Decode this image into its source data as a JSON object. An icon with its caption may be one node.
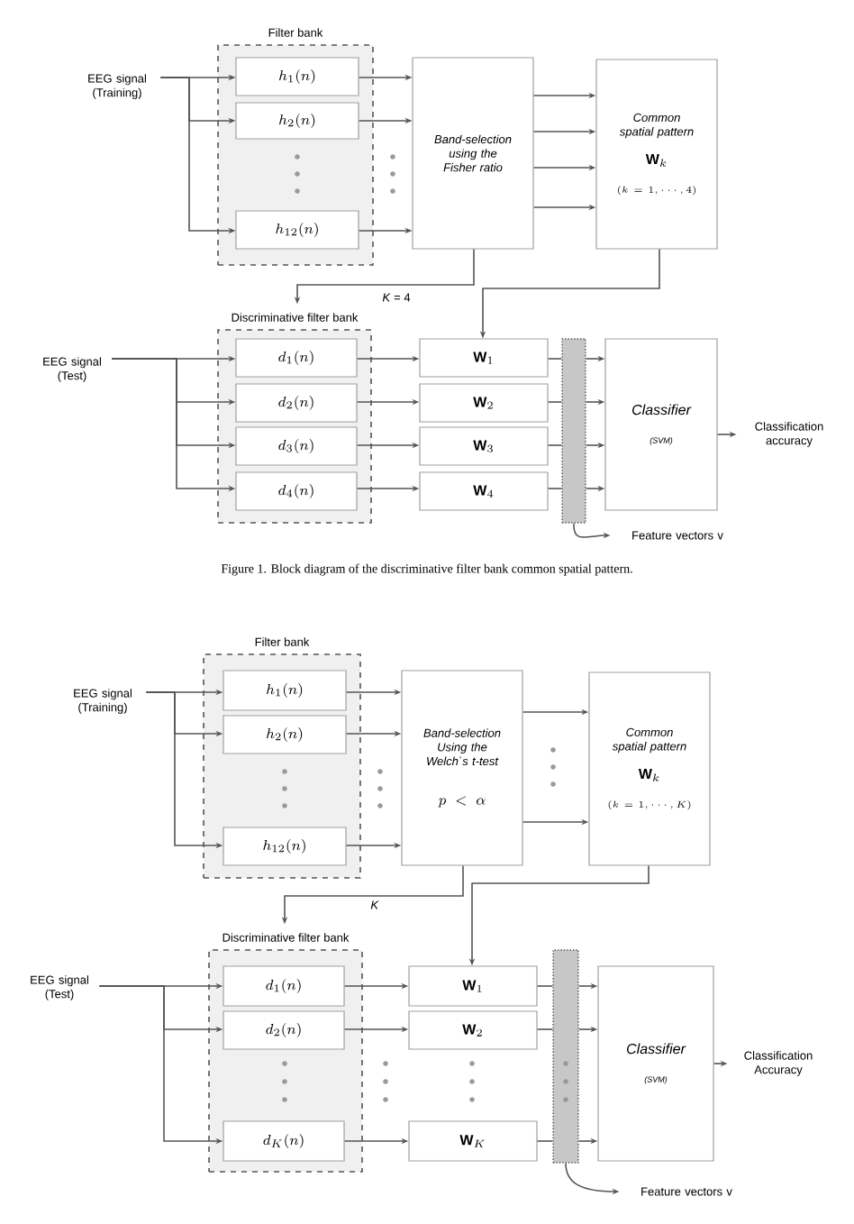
{
  "diagram": {
    "nodes": [
      {
        "text": [
          "Filter bank"
        ]
      },
      {
        "text": [
          "h_{1}(n)"
        ],
        "in": 0
      },
      {
        "text": [
          "h_{2}(n)"
        ],
        "in": 0
      },
      {
        "text": [
          "h_{12}(n)"
        ],
        "in": 0
      },
      {
        "text": [
          "EEG signal (Training)"
        ]
      },
      {
        "text": [
          "Band-selection using the Fisher ratio"
        ]
      },
      {
        "text": [
          "Common spatial pattern",
          "\\mathbf{W}_{k}",
          "(k=1,\\cdots,4)"
        ]
      },
      {
        "text": [
          "Discriminative filter bank"
        ]
      },
      {
        "text": [
          "d_{1}(n)"
        ],
        "in": 7
      },
      {
        "text": [
          "d_{2}(n)"
        ],
        "in": 7
      },
      {
        "text": [
          "d_{3}(n)"
        ],
        "in": 7
      },
      {
        "text": [
          "d_{4}(n)"
        ],
        "in": 7
      },
      {
        "text": [
          "EEG signal (Test)"
        ]
      },
      {
        "text": [
          "\\mathbf{W}_{1}"
        ]
      },
      {
        "text": [
          "\\mathbf{W}_{2}"
        ]
      },
      {
        "text": [
          "\\mathbf{W}_{3}"
        ]
      },
      {
        "text": [
          "\\mathbf{W}_{4}"
        ]
      },
      {
        "text": [],
        "shape": "bar"
      },
      {
        "text": [
          "Classifier",
          "(SVM)"
        ]
      },
      {
        "text": [
          "Classification accuracy"
        ]
      },
      {
        "text": [
          "Feature vectors v"
        ]
      },
      {
        "text": [
          "Filter bank"
        ]
      },
      {
        "text": [
          "h_{1}(n)"
        ],
        "in": 21
      },
      {
        "text": [
          "h_{2}(n)"
        ],
        "in": 21
      },
      {
        "text": [
          "h_{12}(n)"
        ],
        "in": 21
      },
      {
        "text": [
          "EEG signal (Training)"
        ]
      },
      {
        "text": [
          "Band-selection Using the Welch`s t-test",
          "p<\\alpha"
        ]
      },
      {
        "text": [
          "Common spatial pattern",
          "\\mathbf{W}_{k}",
          "(k=1,\\cdots,K)"
        ]
      },
      {
        "text": [
          "Discriminative filter bank"
        ]
      },
      {
        "text": [
          "d_{1}(n)"
        ],
        "in": 28
      },
      {
        "text": [
          "d_{2}(n)"
        ],
        "in": 28
      },
      {
        "text": [
          "d_{K}(n)"
        ],
        "in": 28
      },
      {
        "text": [
          "EEG signal (Test)"
        ]
      },
      {
        "text": [
          "\\mathbf{W}_{1}"
        ]
      },
      {
        "text": [
          "\\mathbf{W}_{2}"
        ]
      },
      {
        "text": [
          "\\mathbf{W}_{K}"
        ]
      },
      {
        "text": [],
        "shape": "bar"
      },
      {
        "text": [
          "Classifier",
          "(SVM)"
        ]
      },
      {
        "text": [
          "Classification Accuracy"
        ]
      },
      {
        "text": [
          "Feature vectors v"
        ]
      }
    ],
    "edges": [
      {
        "from": 4,
        "to": 1,
        "arrow": "to"
      },
      {
        "from": 4,
        "to": 2,
        "arrow": "to"
      },
      {
        "from": 4,
        "to": 3,
        "arrow": "to"
      },
      {
        "from": 1,
        "to": 5,
        "arrow": "to"
      },
      {
        "from": 2,
        "to": 5,
        "arrow": "to"
      },
      {
        "from": 3,
        "to": 5,
        "arrow": "to"
      },
      {
        "from": 5,
        "to": 6,
        "arrow": "to"
      },
      {
        "from": 5,
        "to": 6,
        "arrow": "to"
      },
      {
        "from": 5,
        "to": 6,
        "arrow": "to"
      },
      {
        "from": 5,
        "to": 6,
        "arrow": "to"
      },
      {
        "from": 5,
        "to": 7,
        "arrow": "to",
        "label": "*K* = 4"
      },
      {
        "from": 6,
        "to": 13,
        "arrow": "to"
      },
      {
        "from": 12,
        "to": 8,
        "arrow": "to"
      },
      {
        "from": 12,
        "to": 9,
        "arrow": "to"
      },
      {
        "from": 12,
        "to": 10,
        "arrow": "to"
      },
      {
        "from": 12,
        "to": 11,
        "arrow": "to"
      },
      {
        "from": 8,
        "to": 13,
        "arrow": "to"
      },
      {
        "from": 9,
        "to": 14,
        "arrow": "to"
      },
      {
        "from": 10,
        "to": 15,
        "arrow": "to"
      },
      {
        "from": 11,
        "to": 16,
        "arrow": "to"
      },
      {
        "from": 13,
        "to": 17,
        "arrow": "none"
      },
      {
        "from": 17,
        "to": 18,
        "arrow": "to"
      },
      {
        "from": 14,
        "to": 17,
        "arrow": "none"
      },
      {
        "from": 17,
        "to": 18,
        "arrow": "to"
      },
      {
        "from": 15,
        "to": 17,
        "arrow": "none"
      },
      {
        "from": 17,
        "to": 18,
        "arrow": "to"
      },
      {
        "from": 16,
        "to": 17,
        "arrow": "none"
      },
      {
        "from": 17,
        "to": 18,
        "arrow": "to"
      },
      {
        "from": 18,
        "to": 19,
        "arrow": "to"
      },
      {
        "from": 17,
        "to": 20,
        "arrow": "to"
      },
      {
        "from": 25,
        "to": 22,
        "arrow": "to"
      },
      {
        "from": 25,
        "to": 23,
        "arrow": "to"
      },
      {
        "from": 25,
        "to": 24,
        "arrow": "to"
      },
      {
        "from": 22,
        "to": 26,
        "arrow": "to"
      },
      {
        "from": 23,
        "to": 26,
        "arrow": "to"
      },
      {
        "from": 24,
        "to": 26,
        "arrow": "to"
      },
      {
        "from": 26,
        "to": 27,
        "arrow": "to"
      },
      {
        "from": 26,
        "to": 27,
        "arrow": "to"
      },
      {
        "from": 26,
        "to": 28,
        "arrow": "to",
        "label": "*K*"
      },
      {
        "from": 27,
        "to": 33,
        "arrow": "to"
      },
      {
        "from": 32,
        "to": 29,
        "arrow": "to"
      },
      {
        "from": 32,
        "to": 30,
        "arrow": "to"
      },
      {
        "from": 32,
        "to": 31,
        "arrow": "to"
      },
      {
        "from": 29,
        "to": 33,
        "arrow": "to"
      },
      {
        "from": 30,
        "to": 34,
        "arrow": "to"
      },
      {
        "from": 31,
        "to": 35,
        "arrow": "to"
      },
      {
        "from": 33,
        "to": 36,
        "arrow": "none"
      },
      {
        "from": 36,
        "to": 37,
        "arrow": "to"
      },
      {
        "from": 34,
        "to": 36,
        "arrow": "none"
      },
      {
        "from": 36,
        "to": 37,
        "arrow": "to"
      },
      {
        "from": 35,
        "to": 36,
        "arrow": "none"
      },
      {
        "from": 36,
        "to": 37,
        "arrow": "to"
      },
      {
        "from": 37,
        "to": 38,
        "arrow": "to"
      },
      {
        "from": 36,
        "to": 39,
        "arrow": "to"
      }
    ],
    "labels": [
      "Figure 1. Block diagram of the discriminative filter bank common spatial pattern."
    ]
  }
}
